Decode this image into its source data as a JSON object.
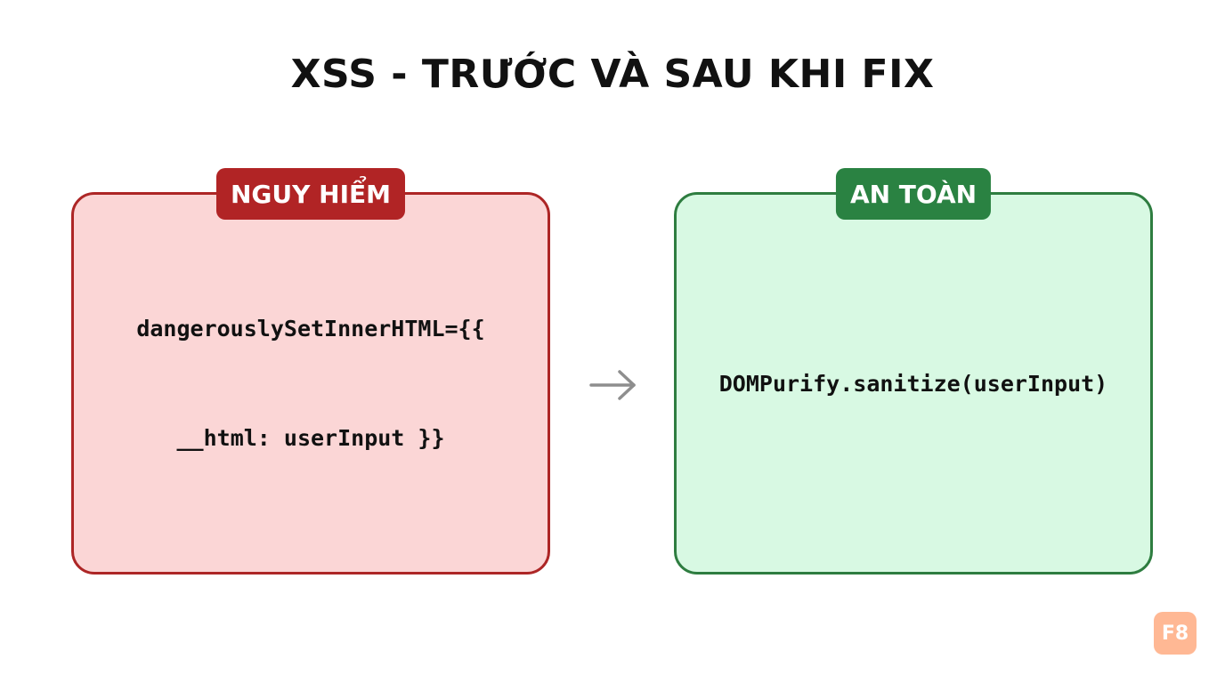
{
  "title": "XSS - TRƯỚC VÀ SAU KHI FIX",
  "before": {
    "badge": "NGUY HIỂM",
    "code_line1": "dangerouslySetInnerHTML={{",
    "code_line2": "__html: userInput }}",
    "color": "#ad2626"
  },
  "after": {
    "badge": "AN TOÀN",
    "code": "DOMPurify.sanitize(userInput)",
    "color": "#2e7d40"
  },
  "arrow_icon": "arrow-right-icon",
  "logo": {
    "text": "F8",
    "color": "#ffb894"
  }
}
